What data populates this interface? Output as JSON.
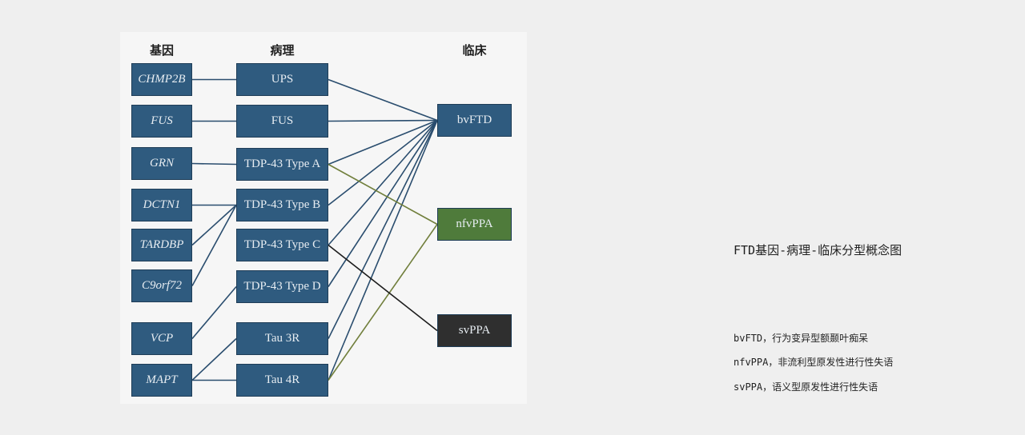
{
  "headers": {
    "gene": "基因",
    "pathology": "病理",
    "clinical": "临床"
  },
  "genes": [
    {
      "label": "CHMP2B"
    },
    {
      "label": "FUS"
    },
    {
      "label": "GRN"
    },
    {
      "label": "DCTN1"
    },
    {
      "label": "TARDBP"
    },
    {
      "label": "C9orf72"
    },
    {
      "label": "VCP"
    },
    {
      "label": "MAPT"
    }
  ],
  "pathologies": [
    {
      "label": "UPS"
    },
    {
      "label": "FUS"
    },
    {
      "label": "TDP-43 Type A"
    },
    {
      "label": "TDP-43 Type B"
    },
    {
      "label": "TDP-43 Type C"
    },
    {
      "label": "TDP-43 Type D"
    },
    {
      "label": "Tau 3R"
    },
    {
      "label": "Tau 4R"
    }
  ],
  "clinical": [
    {
      "label": "bvFTD",
      "color": "#2f5b7f",
      "link_color": "#2a4d6e"
    },
    {
      "label": "nfvPPA",
      "color": "#4f7b3b",
      "link_color": "#717f3c"
    },
    {
      "label": "svPPA",
      "color": "#2f2f2f",
      "link_color": "#1c1c1c"
    }
  ],
  "links": {
    "gene_to_pathology": [
      [
        0,
        0
      ],
      [
        1,
        1
      ],
      [
        2,
        2
      ],
      [
        3,
        3
      ],
      [
        4,
        3
      ],
      [
        5,
        3
      ],
      [
        6,
        5
      ],
      [
        7,
        6
      ],
      [
        7,
        7
      ]
    ],
    "pathology_to_clinical": [
      [
        0,
        0
      ],
      [
        1,
        0
      ],
      [
        2,
        0
      ],
      [
        3,
        0
      ],
      [
        4,
        0
      ],
      [
        5,
        0
      ],
      [
        6,
        0
      ],
      [
        7,
        0
      ],
      [
        2,
        1
      ],
      [
        7,
        1
      ],
      [
        4,
        2
      ]
    ]
  },
  "colors": {
    "gene_box": "#2f5b7f",
    "pathology_box": "#2f5b7f",
    "gene_link": "#2a4d6e"
  },
  "caption": {
    "title": "FTD基因-病理-临床分型概念图",
    "legend": [
      "bvFTD，行为变异型额颞叶痴呆",
      "nfvPPA，非流利型原发性进行性失语",
      "svPPA，语义型原发性进行性失语"
    ]
  }
}
